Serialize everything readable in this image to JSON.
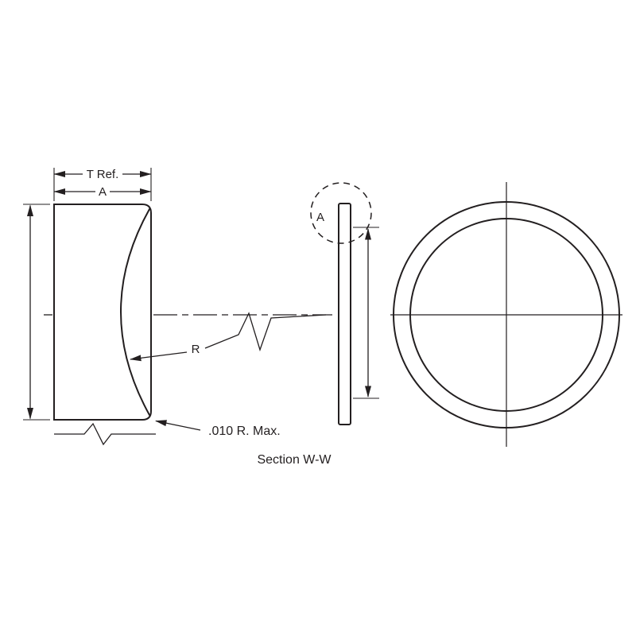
{
  "diagram": {
    "type": "technical-drawing",
    "caption": "Section W-W",
    "labels": {
      "thickness_ref": "T Ref.",
      "dim_a": "A",
      "radius": "R",
      "corner_radius_note": ".010 R. Max.",
      "detail_marker": "A"
    },
    "colors": {
      "line": "#231f20",
      "background": "#ffffff"
    }
  }
}
